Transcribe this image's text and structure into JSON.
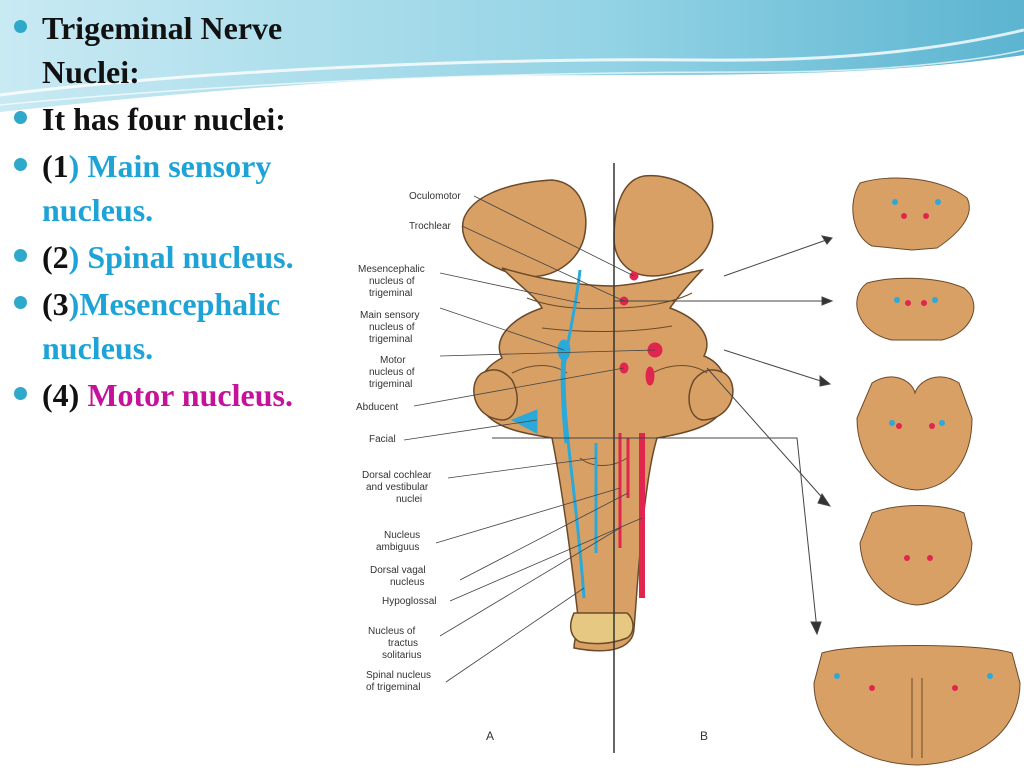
{
  "slide": {
    "bullets": [
      {
        "text": "Trigeminal Nerve Nuclei:"
      },
      {
        "text": "It has four nuclei:"
      },
      {
        "open": "(1",
        "close": ")",
        "label": "Main sensory nucleus.",
        "color": "#1ea3d6"
      },
      {
        "open": "(2",
        "close": ")",
        "label": "Spinal nucleus.",
        "color": "#1ea3d6"
      },
      {
        "open": "(3",
        "close": ")",
        "label": "Mesencephalic nucleus.",
        "color": "#1ea3d6"
      },
      {
        "open": "(4",
        "close": ")",
        "label": "Motor nucleus.",
        "color": "#c4129b"
      }
    ]
  },
  "figure": {
    "labels": {
      "oculomotor": "Oculomotor",
      "trochlear": "Trochlear",
      "mesencephalic_1": "Mesencephalic",
      "mesencephalic_2": "nucleus of",
      "mesencephalic_3": "trigeminal",
      "main_sensory_1": "Main sensory",
      "main_sensory_2": "nucleus of",
      "main_sensory_3": "trigeminal",
      "motor_1": "Motor",
      "motor_2": "nucleus of",
      "motor_3": "trigeminal",
      "abducent": "Abducent",
      "facial": "Facial",
      "dorsal_cochlear_1": "Dorsal cochlear",
      "dorsal_cochlear_2": "and vestibular",
      "dorsal_cochlear_3": "nuclei",
      "ambiguus_1": "Nucleus",
      "ambiguus_2": "ambiguus",
      "dorsal_vagal_1": "Dorsal vagal",
      "dorsal_vagal_2": "nucleus",
      "hypoglossal": "Hypoglossal",
      "tractus_1": "Nucleus of",
      "tractus_2": "tractus",
      "tractus_3": "solitarius",
      "spinal_1": "Spinal nucleus",
      "spinal_2": "of trigeminal",
      "side_a": "A",
      "side_b": "B"
    },
    "colors": {
      "brainstem": "#d9a066",
      "brainstem_outline": "#6b4a2a",
      "sensory": "#2ba9d8",
      "motor": "#e0264e"
    }
  }
}
